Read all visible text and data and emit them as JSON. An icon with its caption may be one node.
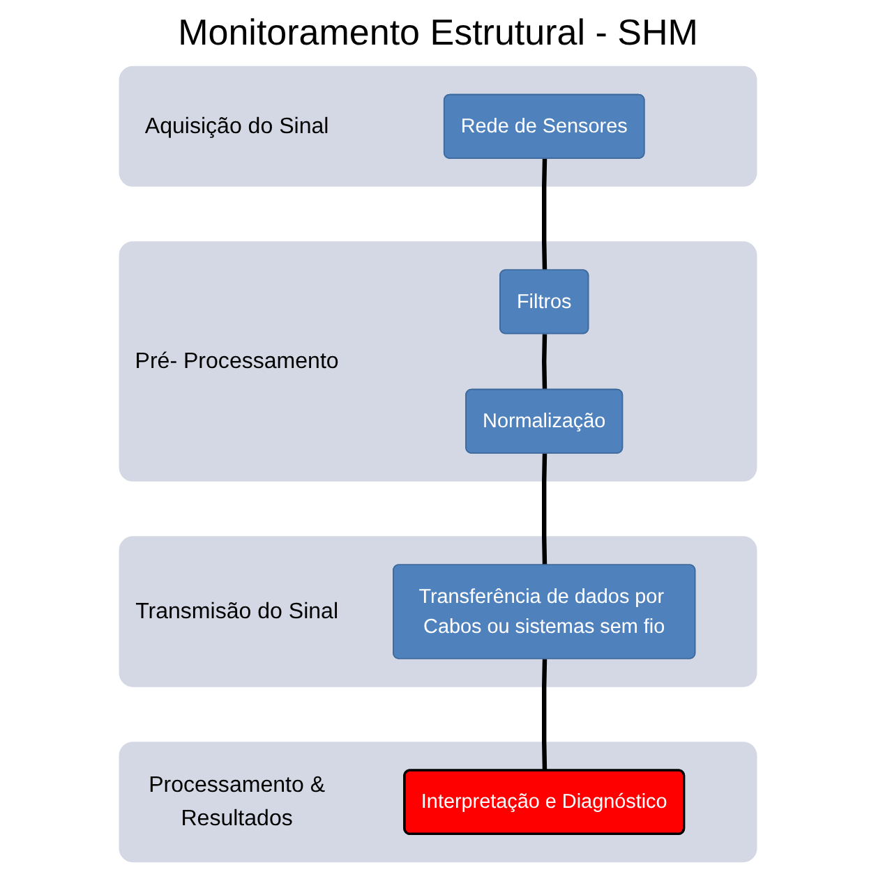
{
  "diagram": {
    "title": "Monitoramento Estrutural - SHM",
    "nodes": [
      {
        "text": [
          "Aquisição do Sinal"
        ]
      },
      {
        "text": [
          "Rede de Sensores"
        ],
        "in": 0
      },
      {
        "text": [
          "Pré- Processamento"
        ]
      },
      {
        "text": [
          "Filtros"
        ],
        "in": 2
      },
      {
        "text": [
          "Normalização"
        ],
        "in": 2
      },
      {
        "text": [
          "Transmisão do Sinal"
        ]
      },
      {
        "text": [
          "Transferência de dados por Cabos ou sistemas sem fio"
        ],
        "in": 5
      },
      {
        "text": [
          "Processamento & Resultados"
        ]
      },
      {
        "text": [
          "Interpretação e Diagnóstico"
        ],
        "in": 7
      }
    ],
    "edges": [
      {
        "from": 1,
        "to": 3,
        "arrow": "none"
      },
      {
        "from": 3,
        "to": 4,
        "arrow": "none"
      },
      {
        "from": 4,
        "to": 6,
        "arrow": "none"
      },
      {
        "from": 6,
        "to": 8,
        "arrow": "none"
      }
    ]
  }
}
